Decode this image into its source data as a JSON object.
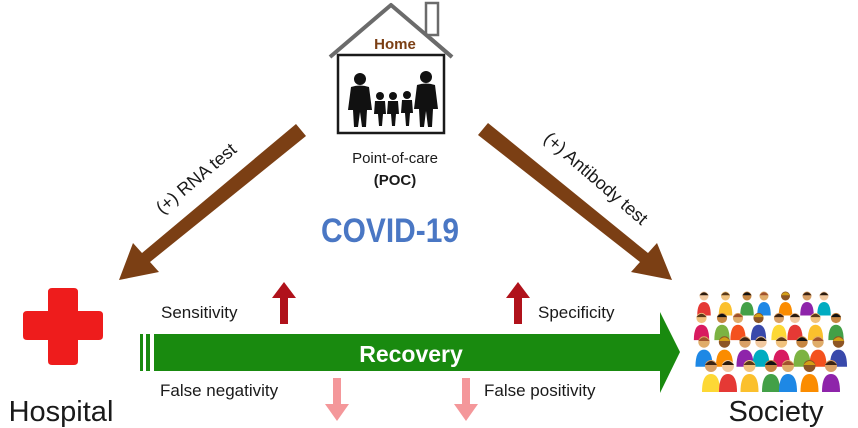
{
  "home": {
    "label": "Home",
    "subtitle": "Point-of-care",
    "abbr": "(POC)"
  },
  "center_title": "COVID-19",
  "left_arrow_label": "(+) RNA test",
  "right_arrow_label": "(+) Antibody test",
  "hospital_label": "Hospital",
  "society_label": "Society",
  "recovery_label": "Recovery",
  "indicators": {
    "sensitivity": "Sensitivity",
    "specificity": "Specificity",
    "false_negativity": "False negativity",
    "false_positivity": "False positivity"
  },
  "colors": {
    "brown_arrow": "#7b3f14",
    "green_arrow": "#198a0f",
    "hospital_cross": "#ee1c1c",
    "covid_title": "#4a77c4",
    "home_label": "#7b3f14",
    "up_arrow": "#b0121b",
    "down_arrow": "#f4979a"
  },
  "icons": [
    "house-icon",
    "family-icon",
    "hospital-cross-icon",
    "crowd-icon"
  ]
}
